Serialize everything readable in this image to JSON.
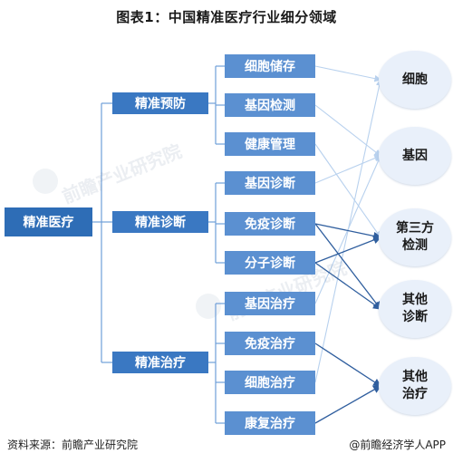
{
  "title": "图表1：中国精准医疗行业细分领域",
  "root": "精准医疗",
  "branches": [
    {
      "label": "精准预防",
      "children": [
        "细胞储存",
        "基因检测",
        "健康管理"
      ]
    },
    {
      "label": "精准诊断",
      "children": [
        "基因诊断",
        "免疫诊断",
        "分子诊断"
      ]
    },
    {
      "label": "精准治疗",
      "children": [
        "基因治疗",
        "免疫治疗",
        "细胞治疗",
        "康复治疗"
      ]
    }
  ],
  "targets": [
    "细胞",
    "基因",
    "第三方\n检测",
    "其他\n诊断",
    "其他\n治疗"
  ],
  "links": [
    {
      "from": "细胞储存",
      "to": "细胞",
      "style": "light"
    },
    {
      "from": "基因检测",
      "to": "基因",
      "style": "light"
    },
    {
      "from": "基因诊断",
      "to": "基因",
      "style": "light"
    },
    {
      "from": "基因治疗",
      "to": "基因",
      "style": "light"
    },
    {
      "from": "细胞治疗",
      "to": "细胞",
      "style": "light"
    },
    {
      "from": "健康管理",
      "to": "第三方检测",
      "style": "light"
    },
    {
      "from": "免疫诊断",
      "to": "第三方检测",
      "style": "dark"
    },
    {
      "from": "分子诊断",
      "to": "第三方检测",
      "style": "dark"
    },
    {
      "from": "免疫诊断",
      "to": "其他诊断",
      "style": "dark"
    },
    {
      "from": "分子诊断",
      "to": "其他诊断",
      "style": "dark"
    },
    {
      "from": "免疫治疗",
      "to": "其他治疗",
      "style": "dark"
    },
    {
      "from": "康复治疗",
      "to": "其他治疗",
      "style": "dark"
    }
  ],
  "watermark": "前瞻产业研究院",
  "footer": {
    "source": "资料来源：前瞻产业研究院",
    "brand": "@前瞻经济学人APP"
  },
  "colors": {
    "root": "#2e6db6",
    "branch": "#3a78c2",
    "leaf": "#5b90d1",
    "connector": "#6f9fd8",
    "light_link": "#b8d1ee",
    "dark_link": "#2f5e9e",
    "target_fill": "#e9f0fa"
  }
}
